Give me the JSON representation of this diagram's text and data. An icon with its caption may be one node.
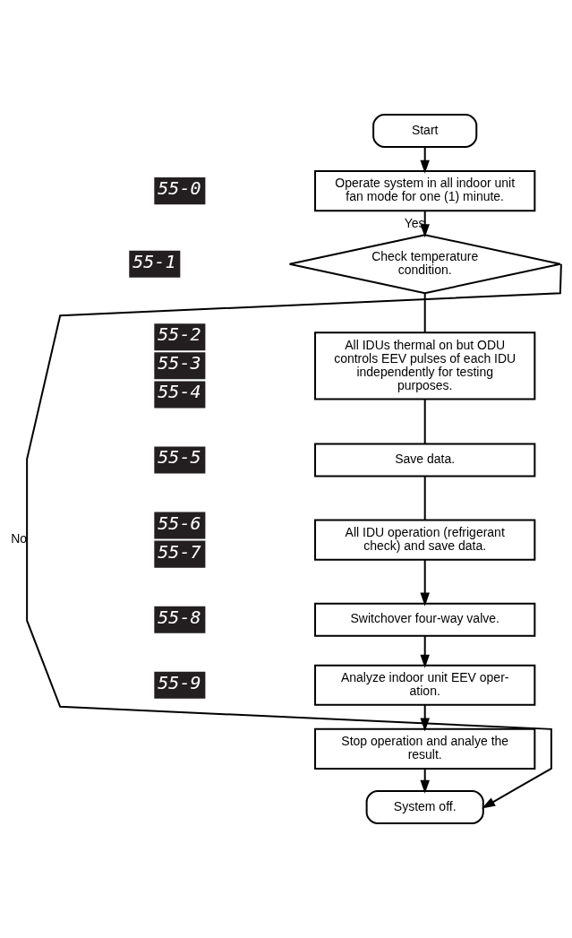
{
  "diagram": {
    "nodes": [
      {
        "text": [
          "Start"
        ]
      },
      {
        "text": [
          "Operate system in all indoor unit fan mode for one (1) minute."
        ]
      },
      {
        "text": [
          "Check temperature condition."
        ]
      },
      {
        "text": [
          "All IDUs thermal on but ODU controls EEV pulses of each IDU independently for testing purposes."
        ]
      },
      {
        "text": [
          "Save data."
        ]
      },
      {
        "text": [
          "All IDU operation (refrigerant check) and save data."
        ]
      },
      {
        "text": [
          "Switchover four-way valve."
        ]
      },
      {
        "text": [
          "Analyze indoor unit EEV oper- ation."
        ]
      },
      {
        "text": [
          "Stop operation and analye the result."
        ]
      },
      {
        "text": [
          "System off."
        ]
      }
    ],
    "edges": [
      {
        "from": 0,
        "to": 1,
        "arrow": "to"
      },
      {
        "from": 1,
        "to": 2,
        "arrow": "to",
        "label": "Yes"
      },
      {
        "from": 2,
        "to": 3,
        "arrow": "none"
      },
      {
        "from": 3,
        "to": 4,
        "arrow": "none"
      },
      {
        "from": 4,
        "to": 5,
        "arrow": "none"
      },
      {
        "from": 5,
        "to": 6,
        "arrow": "to"
      },
      {
        "from": 6,
        "to": 7,
        "arrow": "to"
      },
      {
        "from": 7,
        "to": 8,
        "arrow": "to"
      },
      {
        "from": 8,
        "to": 9,
        "arrow": "to"
      },
      {
        "from": 2,
        "to": 9,
        "arrow": "to",
        "label": "No"
      }
    ],
    "labels": [
      "55-0",
      "55-1",
      "55-2",
      "55-3",
      "55-4",
      "55-5",
      "55-6",
      "55-7",
      "55-8",
      "55-9"
    ]
  }
}
